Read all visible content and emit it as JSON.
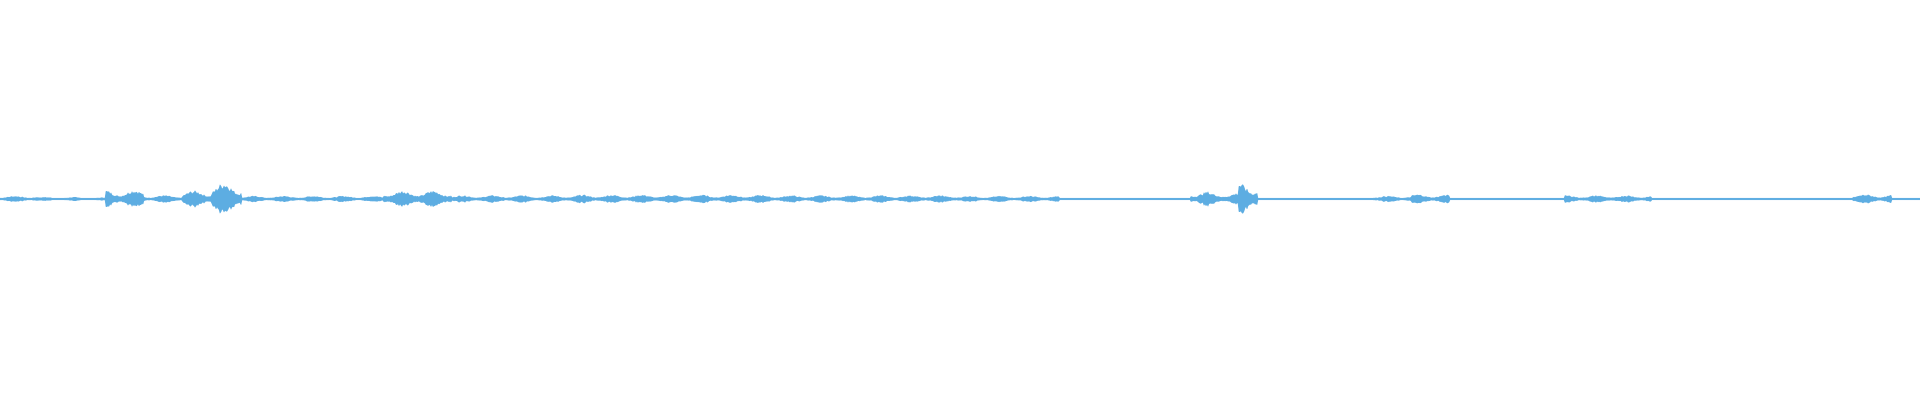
{
  "waveform": {
    "color": "#5DADE2",
    "background": "#ffffff",
    "segments": [
      {
        "start": 0.0,
        "end": 0.02,
        "amp": 0.1
      },
      {
        "start": 0.02,
        "end": 0.04,
        "amp": 0.06
      },
      {
        "start": 0.04,
        "end": 0.055,
        "amp": 0.05
      },
      {
        "start": 0.055,
        "end": 0.075,
        "amp": 0.3
      },
      {
        "start": 0.075,
        "end": 0.095,
        "amp": 0.12
      },
      {
        "start": 0.095,
        "end": 0.11,
        "amp": 0.28
      },
      {
        "start": 0.11,
        "end": 0.126,
        "amp": 0.55
      },
      {
        "start": 0.126,
        "end": 0.2,
        "amp": 0.1
      },
      {
        "start": 0.2,
        "end": 0.235,
        "amp": 0.28
      },
      {
        "start": 0.235,
        "end": 0.3,
        "amp": 0.12
      },
      {
        "start": 0.3,
        "end": 0.4,
        "amp": 0.14
      },
      {
        "start": 0.4,
        "end": 0.5,
        "amp": 0.12
      },
      {
        "start": 0.5,
        "end": 0.552,
        "amp": 0.1
      },
      {
        "start": 0.552,
        "end": 0.62,
        "amp": 0.01
      },
      {
        "start": 0.62,
        "end": 0.63,
        "amp": 0.25
      },
      {
        "start": 0.63,
        "end": 0.645,
        "amp": 0.2
      },
      {
        "start": 0.645,
        "end": 0.655,
        "amp": 0.55
      },
      {
        "start": 0.655,
        "end": 0.715,
        "amp": 0.02
      },
      {
        "start": 0.715,
        "end": 0.735,
        "amp": 0.1
      },
      {
        "start": 0.735,
        "end": 0.755,
        "amp": 0.15
      },
      {
        "start": 0.755,
        "end": 0.815,
        "amp": 0.02
      },
      {
        "start": 0.815,
        "end": 0.86,
        "amp": 0.12
      },
      {
        "start": 0.86,
        "end": 0.965,
        "amp": 0.01
      },
      {
        "start": 0.965,
        "end": 0.985,
        "amp": 0.15
      },
      {
        "start": 0.985,
        "end": 1.0,
        "amp": 0.02
      }
    ]
  }
}
